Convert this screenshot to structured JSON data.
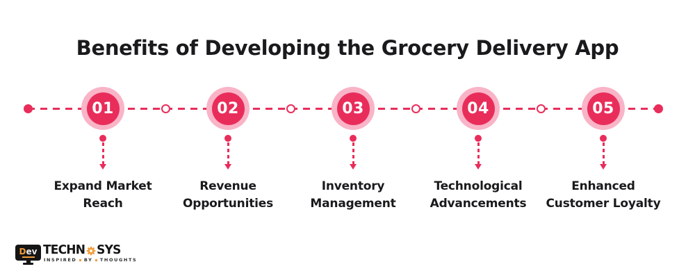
{
  "title": "Benefits of Developing the Grocery Delivery App",
  "colors": {
    "accent": "#e92d5b",
    "accent_light": "#f9b4c7",
    "text": "#1a1a1c",
    "logo_orange": "#f29c38",
    "logo_black": "#151515"
  },
  "timeline": {
    "steps": [
      {
        "number": "01",
        "label": "Expand Market\nReach"
      },
      {
        "number": "02",
        "label": "Revenue\nOpportunities"
      },
      {
        "number": "03",
        "label": "Inventory\nManagement"
      },
      {
        "number": "04",
        "label": "Technological\nAdvancements"
      },
      {
        "number": "05",
        "label": "Enhanced\nCustomer Loyalty"
      }
    ]
  },
  "logo": {
    "monitor_text_first": "D",
    "monitor_text_rest": "ev",
    "wordmark_left": "TECHN",
    "wordmark_right": "SYS",
    "tagline_word1": "INSPIRED",
    "tagline_word2": "BY",
    "tagline_word3": "THOUGHTS"
  }
}
